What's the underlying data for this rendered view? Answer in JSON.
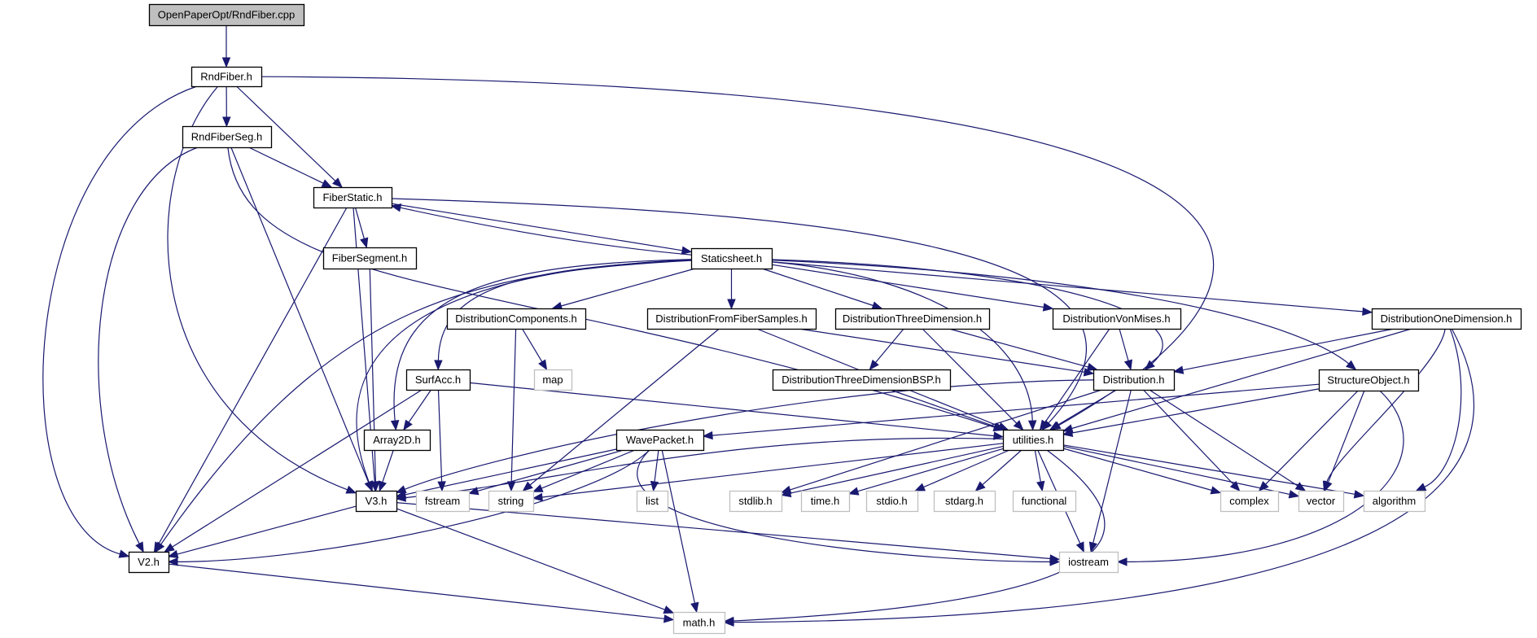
{
  "title": "OpenPaperOpt/RndFiber.cpp include dependency graph",
  "colors": {
    "edge": "#191970",
    "root_fill": "#bfbfbf",
    "local_border": "#000000",
    "system_border": "#bfbfbf"
  },
  "nodes": [
    {
      "id": "root",
      "label": "OpenPaperOpt/RndFiber.cpp",
      "kind": "root"
    },
    {
      "id": "RndFiber",
      "label": "RndFiber.h",
      "kind": "local"
    },
    {
      "id": "RndFiberSeg",
      "label": "RndFiberSeg.h",
      "kind": "local"
    },
    {
      "id": "FiberStatic",
      "label": "FiberStatic.h",
      "kind": "local"
    },
    {
      "id": "FiberSegment",
      "label": "FiberSegment.h",
      "kind": "local"
    },
    {
      "id": "Staticsheet",
      "label": "Staticsheet.h",
      "kind": "local"
    },
    {
      "id": "DistComponents",
      "label": "DistributionComponents.h",
      "kind": "local"
    },
    {
      "id": "DistFromFiber",
      "label": "DistributionFromFiberSamples.h",
      "kind": "local"
    },
    {
      "id": "Dist3D",
      "label": "DistributionThreeDimension.h",
      "kind": "local"
    },
    {
      "id": "DistVonMises",
      "label": "DistributionVonMises.h",
      "kind": "local"
    },
    {
      "id": "Dist1D",
      "label": "DistributionOneDimension.h",
      "kind": "local"
    },
    {
      "id": "map",
      "label": "map",
      "kind": "system"
    },
    {
      "id": "SurfAcc",
      "label": "SurfAcc.h",
      "kind": "local"
    },
    {
      "id": "Dist3DBSP",
      "label": "DistributionThreeDimensionBSP.h",
      "kind": "local"
    },
    {
      "id": "Distribution",
      "label": "Distribution.h",
      "kind": "local"
    },
    {
      "id": "StructureObject",
      "label": "StructureObject.h",
      "kind": "local"
    },
    {
      "id": "Array2D",
      "label": "Array2D.h",
      "kind": "local"
    },
    {
      "id": "WavePacket",
      "label": "WavePacket.h",
      "kind": "local"
    },
    {
      "id": "utilities",
      "label": "utilities.h",
      "kind": "local"
    },
    {
      "id": "V3",
      "label": "V3.h",
      "kind": "local"
    },
    {
      "id": "fstream",
      "label": "fstream",
      "kind": "system"
    },
    {
      "id": "string",
      "label": "string",
      "kind": "system"
    },
    {
      "id": "list",
      "label": "list",
      "kind": "system"
    },
    {
      "id": "stdlib",
      "label": "stdlib.h",
      "kind": "system"
    },
    {
      "id": "time",
      "label": "time.h",
      "kind": "system"
    },
    {
      "id": "stdio",
      "label": "stdio.h",
      "kind": "system"
    },
    {
      "id": "stdarg",
      "label": "stdarg.h",
      "kind": "system"
    },
    {
      "id": "functional",
      "label": "functional",
      "kind": "system"
    },
    {
      "id": "complex",
      "label": "complex",
      "kind": "system"
    },
    {
      "id": "vector",
      "label": "vector",
      "kind": "system"
    },
    {
      "id": "algorithm",
      "label": "algorithm",
      "kind": "system"
    },
    {
      "id": "V2",
      "label": "V2.h",
      "kind": "local"
    },
    {
      "id": "iostream",
      "label": "iostream",
      "kind": "system"
    },
    {
      "id": "math",
      "label": "math.h",
      "kind": "system"
    }
  ],
  "edges": [
    [
      "root",
      "RndFiber"
    ],
    [
      "RndFiber",
      "RndFiberSeg"
    ],
    [
      "RndFiber",
      "FiberStatic"
    ],
    [
      "RndFiber",
      "V2"
    ],
    [
      "RndFiber",
      "V3"
    ],
    [
      "RndFiber",
      "utilities"
    ],
    [
      "RndFiberSeg",
      "FiberStatic"
    ],
    [
      "RndFiberSeg",
      "V2"
    ],
    [
      "RndFiberSeg",
      "V3"
    ],
    [
      "RndFiberSeg",
      "utilities"
    ],
    [
      "FiberStatic",
      "FiberSegment"
    ],
    [
      "FiberStatic",
      "Staticsheet"
    ],
    [
      "FiberStatic",
      "V2"
    ],
    [
      "FiberStatic",
      "V3"
    ],
    [
      "FiberStatic",
      "utilities"
    ],
    [
      "FiberSegment",
      "V3"
    ],
    [
      "Staticsheet",
      "FiberStatic"
    ],
    [
      "Staticsheet",
      "DistComponents"
    ],
    [
      "Staticsheet",
      "DistFromFiber"
    ],
    [
      "Staticsheet",
      "Dist3D"
    ],
    [
      "Staticsheet",
      "DistVonMises"
    ],
    [
      "Staticsheet",
      "Dist1D"
    ],
    [
      "Staticsheet",
      "SurfAcc"
    ],
    [
      "Staticsheet",
      "Array2D"
    ],
    [
      "Staticsheet",
      "Distribution"
    ],
    [
      "Staticsheet",
      "StructureObject"
    ],
    [
      "Staticsheet",
      "utilities"
    ],
    [
      "Staticsheet",
      "V3"
    ],
    [
      "Staticsheet",
      "V2"
    ],
    [
      "DistComponents",
      "map"
    ],
    [
      "DistComponents",
      "string"
    ],
    [
      "DistFromFiber",
      "Distribution"
    ],
    [
      "DistFromFiber",
      "utilities"
    ],
    [
      "DistFromFiber",
      "string"
    ],
    [
      "Dist3D",
      "Dist3DBSP"
    ],
    [
      "Dist3D",
      "Distribution"
    ],
    [
      "Dist3D",
      "utilities"
    ],
    [
      "DistVonMises",
      "Distribution"
    ],
    [
      "DistVonMises",
      "utilities"
    ],
    [
      "Dist1D",
      "Distribution"
    ],
    [
      "Dist1D",
      "utilities"
    ],
    [
      "Dist1D",
      "vector"
    ],
    [
      "Dist1D",
      "algorithm"
    ],
    [
      "Dist1D",
      "math"
    ],
    [
      "SurfAcc",
      "Array2D"
    ],
    [
      "SurfAcc",
      "V2"
    ],
    [
      "SurfAcc",
      "fstream"
    ],
    [
      "SurfAcc",
      "utilities"
    ],
    [
      "Dist3DBSP",
      "utilities"
    ],
    [
      "Distribution",
      "utilities"
    ],
    [
      "Distribution",
      "V3"
    ],
    [
      "Distribution",
      "stdlib"
    ],
    [
      "Distribution",
      "complex"
    ],
    [
      "Distribution",
      "vector"
    ],
    [
      "Distribution",
      "iostream"
    ],
    [
      "StructureObject",
      "utilities"
    ],
    [
      "StructureObject",
      "WavePacket"
    ],
    [
      "StructureObject",
      "complex"
    ],
    [
      "StructureObject",
      "vector"
    ],
    [
      "StructureObject",
      "iostream"
    ],
    [
      "Array2D",
      "V3"
    ],
    [
      "WavePacket",
      "V3"
    ],
    [
      "WavePacket",
      "V2"
    ],
    [
      "WavePacket",
      "fstream"
    ],
    [
      "WavePacket",
      "string"
    ],
    [
      "WavePacket",
      "list"
    ],
    [
      "WavePacket",
      "iostream"
    ],
    [
      "WavePacket",
      "math"
    ],
    [
      "utilities",
      "V3"
    ],
    [
      "utilities",
      "string"
    ],
    [
      "utilities",
      "stdlib"
    ],
    [
      "utilities",
      "time"
    ],
    [
      "utilities",
      "stdio"
    ],
    [
      "utilities",
      "stdarg"
    ],
    [
      "utilities",
      "functional"
    ],
    [
      "utilities",
      "complex"
    ],
    [
      "utilities",
      "vector"
    ],
    [
      "utilities",
      "algorithm"
    ],
    [
      "utilities",
      "iostream"
    ],
    [
      "utilities",
      "math"
    ],
    [
      "V3",
      "V2"
    ],
    [
      "V3",
      "iostream"
    ],
    [
      "V3",
      "math"
    ],
    [
      "V2",
      "math"
    ]
  ]
}
